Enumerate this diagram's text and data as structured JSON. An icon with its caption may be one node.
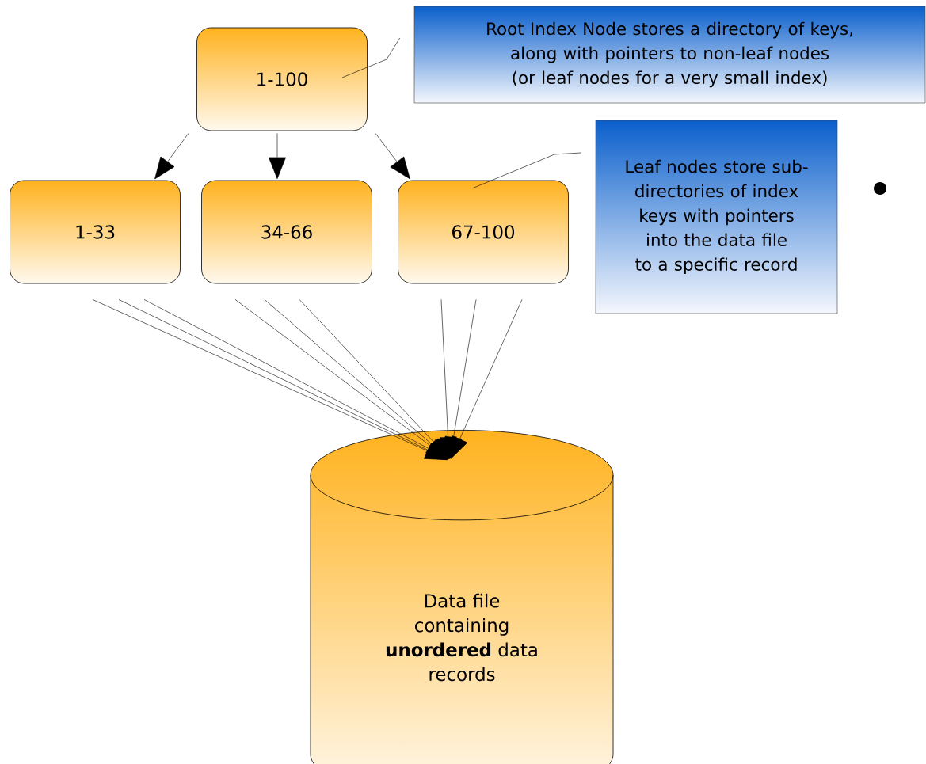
{
  "diagram": {
    "nodes": [
      {
        "text": [
          "1-100"
        ]
      },
      {
        "text": [
          "1-33"
        ]
      },
      {
        "text": [
          "34-66"
        ]
      },
      {
        "text": [
          "67-100"
        ]
      },
      {
        "text": [
          "Data file containing **unordered** data records"
        ]
      },
      {
        "text": [
          "Root Index Node stores a directory of keys, along with pointers to non-leaf nodes (or leaf nodes for a very small index)"
        ]
      },
      {
        "text": [
          "Leaf nodes store sub-directories of index keys with pointers into the data file to a specific record"
        ]
      }
    ],
    "edges": [
      {
        "from": 0,
        "to": 1,
        "arrow": "to"
      },
      {
        "from": 0,
        "to": 2,
        "arrow": "to"
      },
      {
        "from": 0,
        "to": 3,
        "arrow": "to"
      },
      {
        "from": 5,
        "to": 0,
        "arrow": "none"
      },
      {
        "from": 6,
        "to": 3,
        "arrow": "none"
      },
      {
        "from": 1,
        "to": 4,
        "arrow": "to"
      },
      {
        "from": 1,
        "to": 4,
        "arrow": "to"
      },
      {
        "from": 1,
        "to": 4,
        "arrow": "to"
      },
      {
        "from": 2,
        "to": 4,
        "arrow": "to"
      },
      {
        "from": 2,
        "to": 4,
        "arrow": "to"
      },
      {
        "from": 2,
        "to": 4,
        "arrow": "to"
      },
      {
        "from": 3,
        "to": 4,
        "arrow": "to"
      },
      {
        "from": 3,
        "to": 4,
        "arrow": "to"
      },
      {
        "from": 3,
        "to": 4,
        "arrow": "to"
      }
    ]
  }
}
